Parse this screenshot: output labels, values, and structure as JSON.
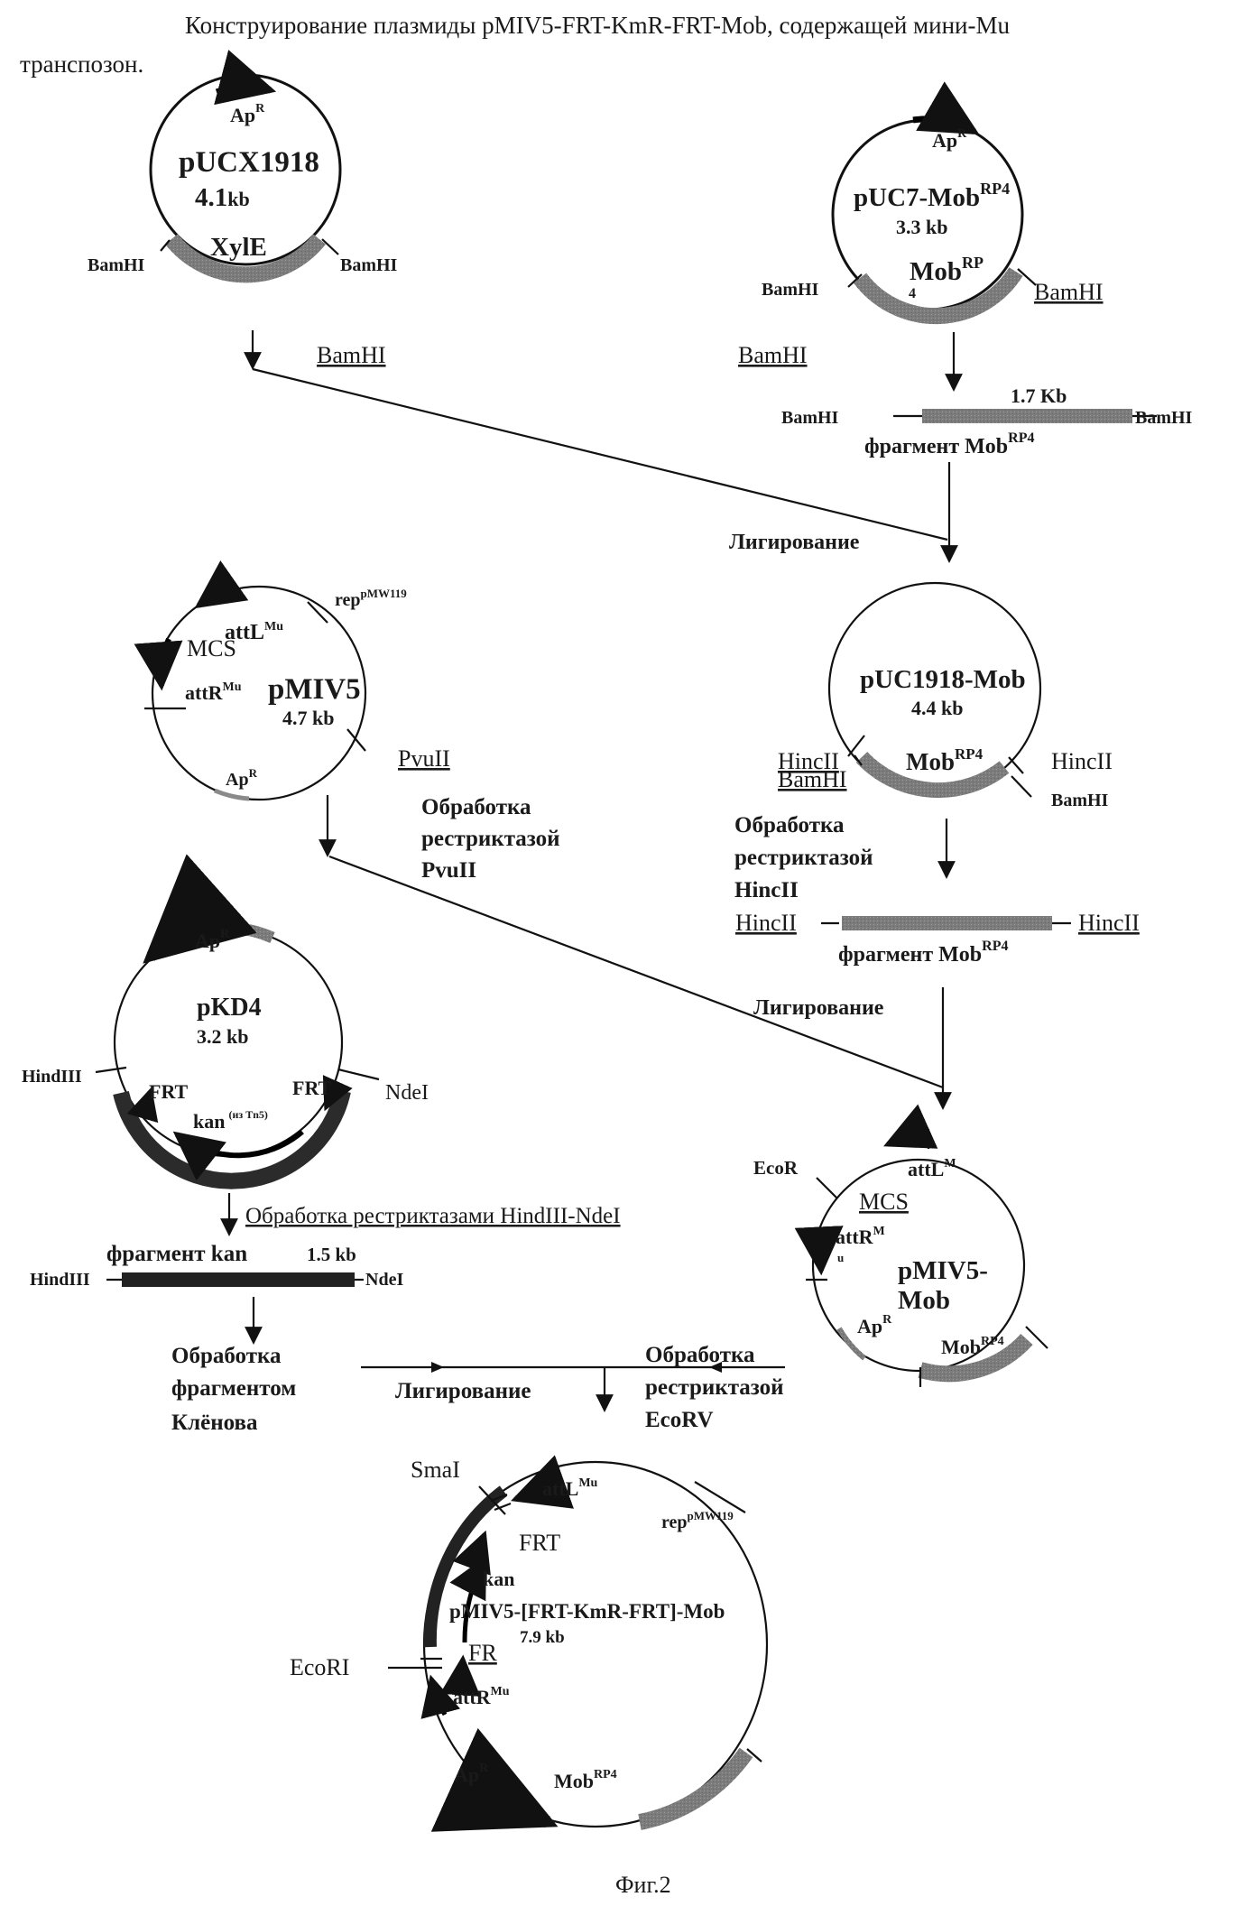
{
  "title_line1": "Конструирование  плазмиды pMIV5-FRT-KmR-FRT-Mob, содержащей мини-Mu",
  "title_line2": "транспозон.",
  "figure_caption": "Фиг.2",
  "plasmids": {
    "pucx1918": {
      "name": "pUCX1918",
      "size": "4.1",
      "size_unit": "kb",
      "gene_top": "Ap",
      "gene_top_sup": "R",
      "gene_bottom": "XylE",
      "site_left": "BamHI",
      "site_right": "BamHI"
    },
    "puc7mob": {
      "name": "pUC7-Mob",
      "name_sup": "RP4",
      "size": "3.3 kb",
      "gene_top": "Ap",
      "gene_top_sup": "R",
      "gene_bottom": "Mob",
      "gene_bottom_sup": "RP",
      "gene_bottom_sub": "4",
      "site_left": "BamHI",
      "site_right": "BamHI"
    },
    "puc1918mob": {
      "name": "pUC1918-Mob",
      "size": "4.4 kb",
      "gene": "Mob",
      "gene_sup": "RP4",
      "site_left_1": "HincII",
      "site_left_2": "BamHI",
      "site_right_1": "HincII",
      "site_right_2": "BamHI"
    },
    "pmiv5": {
      "name": "pMIV5",
      "size": "4.7 kb",
      "attl": "attL",
      "attl_sup": "Mu",
      "mcs": "MCS",
      "attr": "attR",
      "attr_sup": "Mu",
      "rep": "rep",
      "rep_sup": "pMW119",
      "apr": "Ap",
      "apr_sup": "R",
      "site": "PvuII"
    },
    "pkd4": {
      "name": "pKD4",
      "size": "3.2 kb",
      "apr": "Ap",
      "apr_sup": "R",
      "frt_left": "FRT",
      "frt_right": "FRT",
      "kan": "kan",
      "kan_sup": "(из Tn5)",
      "site_left": "HindIII",
      "site_right": "NdeI"
    },
    "pmiv5mob": {
      "name_1": "pMIV5-",
      "name_2": "Mob",
      "site": "EcoR",
      "attl": "attL",
      "attl_sup": "M",
      "mcs": "MCS",
      "attr": "attR",
      "attr_sup": "M",
      "attr_sub": "u",
      "apr": "Ap",
      "apr_sup": "R",
      "mob": "Mob",
      "mob_sup": "RP4"
    },
    "final": {
      "name": "pMIV5-[FRT-KmR-FRT]-Mob",
      "size": "7.9 kb",
      "site_top": "SmaI",
      "site_left": "EcoRI",
      "attl": "attL",
      "attl_sup": "Mu",
      "rep": "rep",
      "rep_sup": "pMW119",
      "frt_top": "FRT",
      "kan": "kan",
      "frt_bottom": "FR",
      "attr": "attR",
      "attr_sup": "Mu",
      "apr": "Ap",
      "apr_sup": "R",
      "mob": "Mob",
      "mob_sup": "RP4"
    }
  },
  "fragments": {
    "mob_bamhi": {
      "label": "фрагмент Mob",
      "label_sup": "RP4",
      "size": "1.7 Kb",
      "end_left": "BamHI",
      "end_right": "BamHI"
    },
    "mob_hincii": {
      "label": "фрагмент Mob",
      "label_sup": "RP4",
      "end_left": "HincII",
      "end_right": "HincII"
    },
    "kan": {
      "label": "фрагмент kan",
      "size": "1.5 kb",
      "end_left": "HindIII",
      "end_right": "NdeI"
    }
  },
  "steps": {
    "bamhi_left": "BamHI",
    "bamhi_right": "BamHI",
    "ligation_1": "Лигирование",
    "pvuii_1": "Обработка",
    "pvuii_2": "рестриктазой",
    "pvuii_3": "PvuII",
    "hincii_1": "Обработка",
    "hincii_2": "рестриктазой",
    "hincii_3": "HincII",
    "ligation_2": "Лигирование",
    "hindiii_ndei": "Обработка рестриктазами HindIII-NdeI",
    "klenow_1": "Обработка",
    "klenow_2": "фрагментом",
    "klenow_3": "Клёнова",
    "ligation_3": "Лигирование",
    "ecorv_1": "Обработка",
    "ecorv_2": "рестриктазой",
    "ecorv_3": "EcoRV"
  }
}
